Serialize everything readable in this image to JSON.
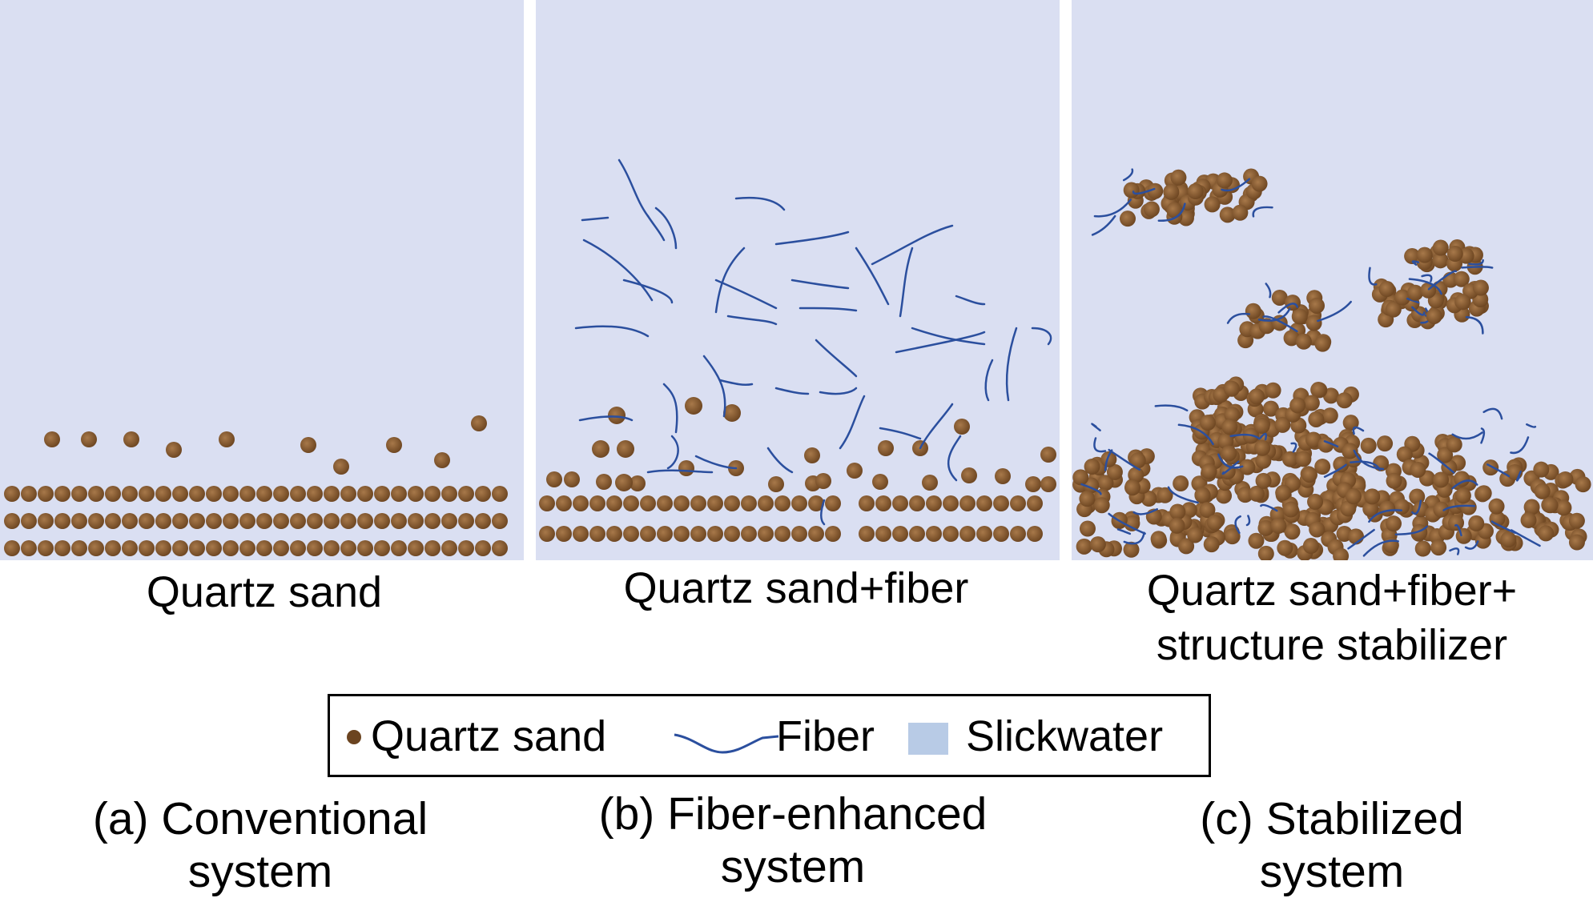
{
  "panels": [
    {
      "caption": "Quartz sand",
      "subtitle_line1": "(a) Conventional",
      "subtitle_line2": "system"
    },
    {
      "caption": "Quartz sand+fiber",
      "subtitle_line1": "(b) Fiber-enhanced",
      "subtitle_line2": "system"
    },
    {
      "caption_line1": "Quartz sand+fiber+",
      "caption_line2": "structure stabilizer",
      "subtitle_line1": "(c) Stabilized",
      "subtitle_line2": "system"
    }
  ],
  "legend": {
    "sand": "Quartz sand",
    "fiber": "Fiber",
    "slickwater": "Slickwater"
  },
  "colors": {
    "slickwater": "#dadff2",
    "slickwater_legend": "#b8cbe6",
    "sand": "#6b4420",
    "sand_highlight": "#a8794a",
    "fiber": "#2b4f9e"
  }
}
